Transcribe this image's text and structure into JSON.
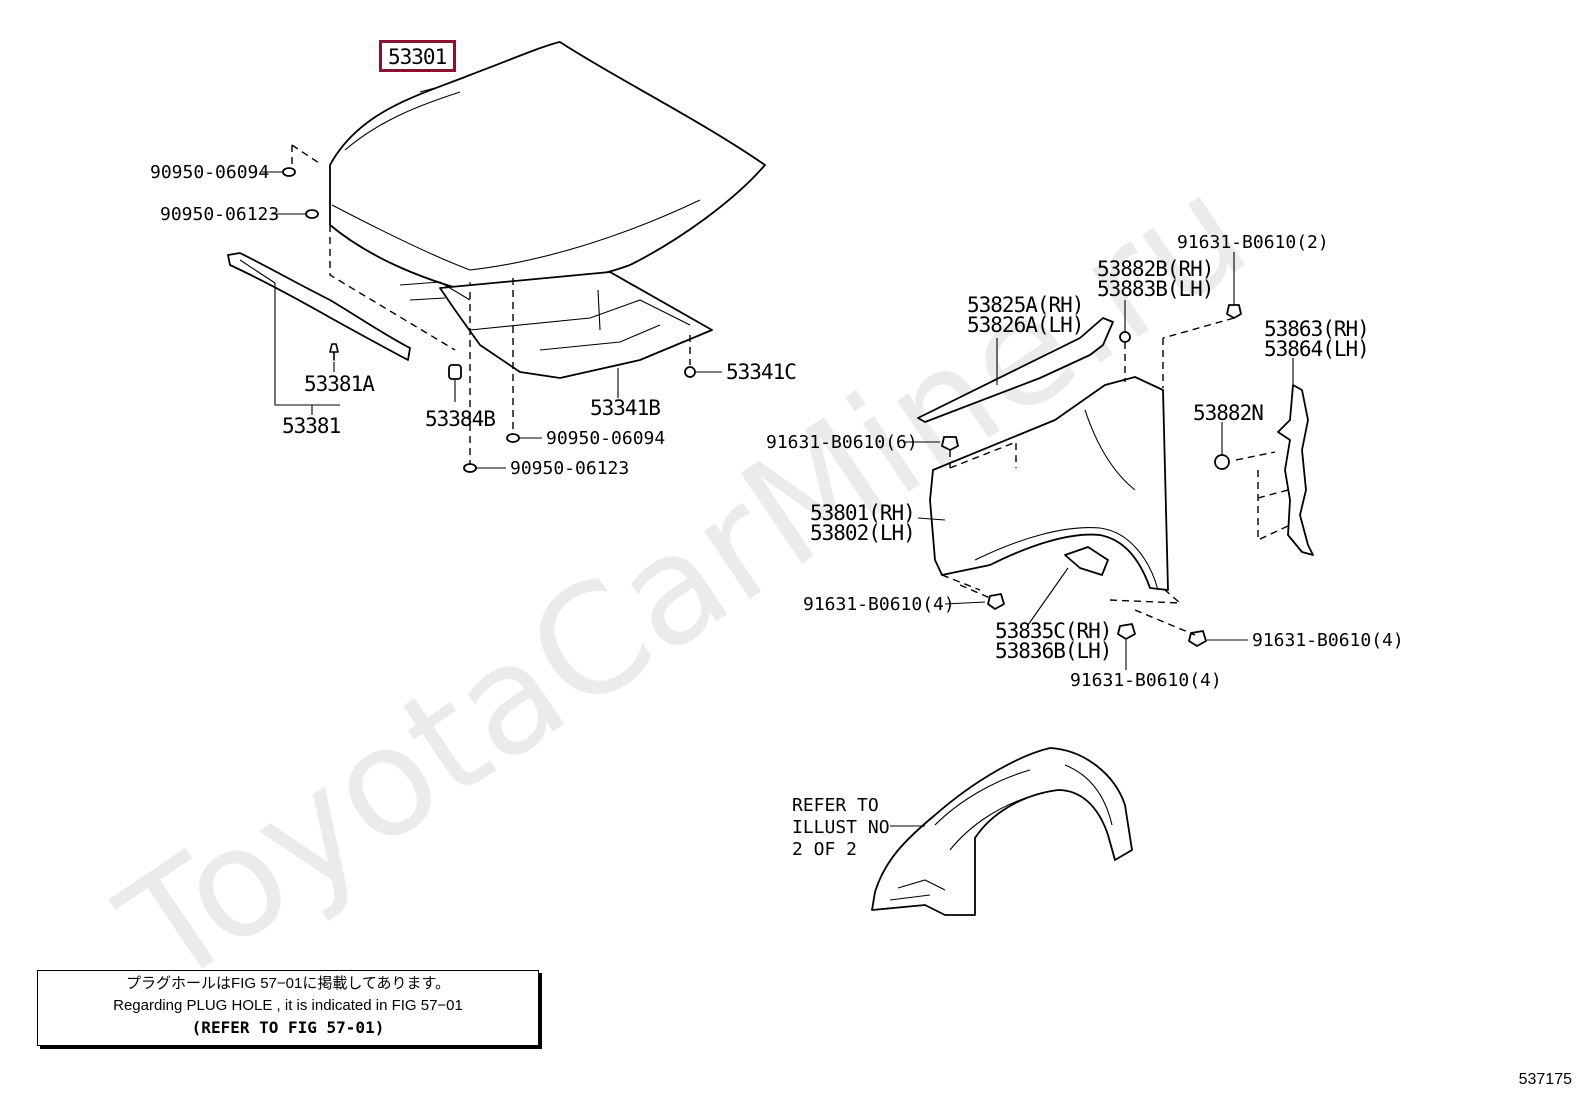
{
  "watermark": "ToyotaCarMine.ru",
  "labels": {
    "hood": "53301",
    "grommet_a_top": "90950-06094",
    "grommet_b_top": "90950-06123",
    "seal_sub": "53381A",
    "seal": "53381",
    "cushion": "53384B",
    "insulator": "53341B",
    "clip": "53341C",
    "grommet_a_bottom": "90950-06094",
    "grommet_b_bottom": "90950-06123",
    "bolt_top": "91631-B0610(2)",
    "seal_plate_rh": "53882B(RH)",
    "seal_plate_lh": "53883B(LH)",
    "fender_seal_rh": "53825A(RH)",
    "fender_seal_lh": "53826A(LH)",
    "protector_rh": "53863(RH)",
    "protector_lh": "53864(LH)",
    "bolt_fender": "91631-B0610(6)",
    "retainer": "53882N",
    "fender_rh": "53801(RH)",
    "fender_lh": "53802(LH)",
    "bolt_lower_left": "91631-B0610(4)",
    "bracket_rh": "53835C(RH)",
    "bracket_lh": "53836B(LH)",
    "bolt_lower_right": "91631-B0610(4)",
    "bolt_lower_mid": "91631-B0610(4)",
    "refer_line1": "REFER TO",
    "refer_line2": "ILLUST NO",
    "refer_line3": "2 OF 2"
  },
  "note": {
    "japanese": "プラグホールはFIG 57−01に掲載してあります。",
    "english": "Regarding  PLUG  HOLE , it is indicated in  FIG  57−01",
    "refer": "(REFER TO FIG 57-01)"
  },
  "figure_id": "537175",
  "colors": {
    "highlight": "#8a1230",
    "watermark": "#dcdcdc"
  }
}
